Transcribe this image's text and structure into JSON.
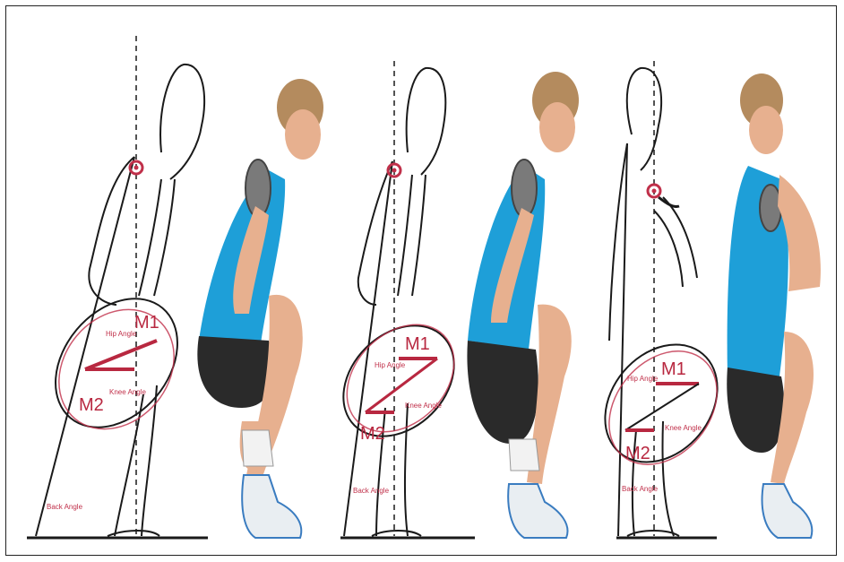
{
  "colors": {
    "accent": "#c0304a",
    "outline": "#1a1a1a",
    "shirt": "#1e9fd8",
    "shorts": "#2a2a2a",
    "skin": "#e7b08f",
    "hair": "#b48b5e"
  },
  "panels": [
    {
      "m1": "M1",
      "m2": "M2",
      "hip": "Hip Angle",
      "knee": "Knee Angle",
      "back": "Back Angle"
    },
    {
      "m1": "M1",
      "m2": "M2",
      "hip": "Hip Angle",
      "knee": "Knee Angle",
      "back": "Back Angle"
    },
    {
      "m1": "M1",
      "m2": "M2",
      "hip": "Hip Angle",
      "knee": "Knee Angle",
      "back": "Back Angle"
    }
  ]
}
